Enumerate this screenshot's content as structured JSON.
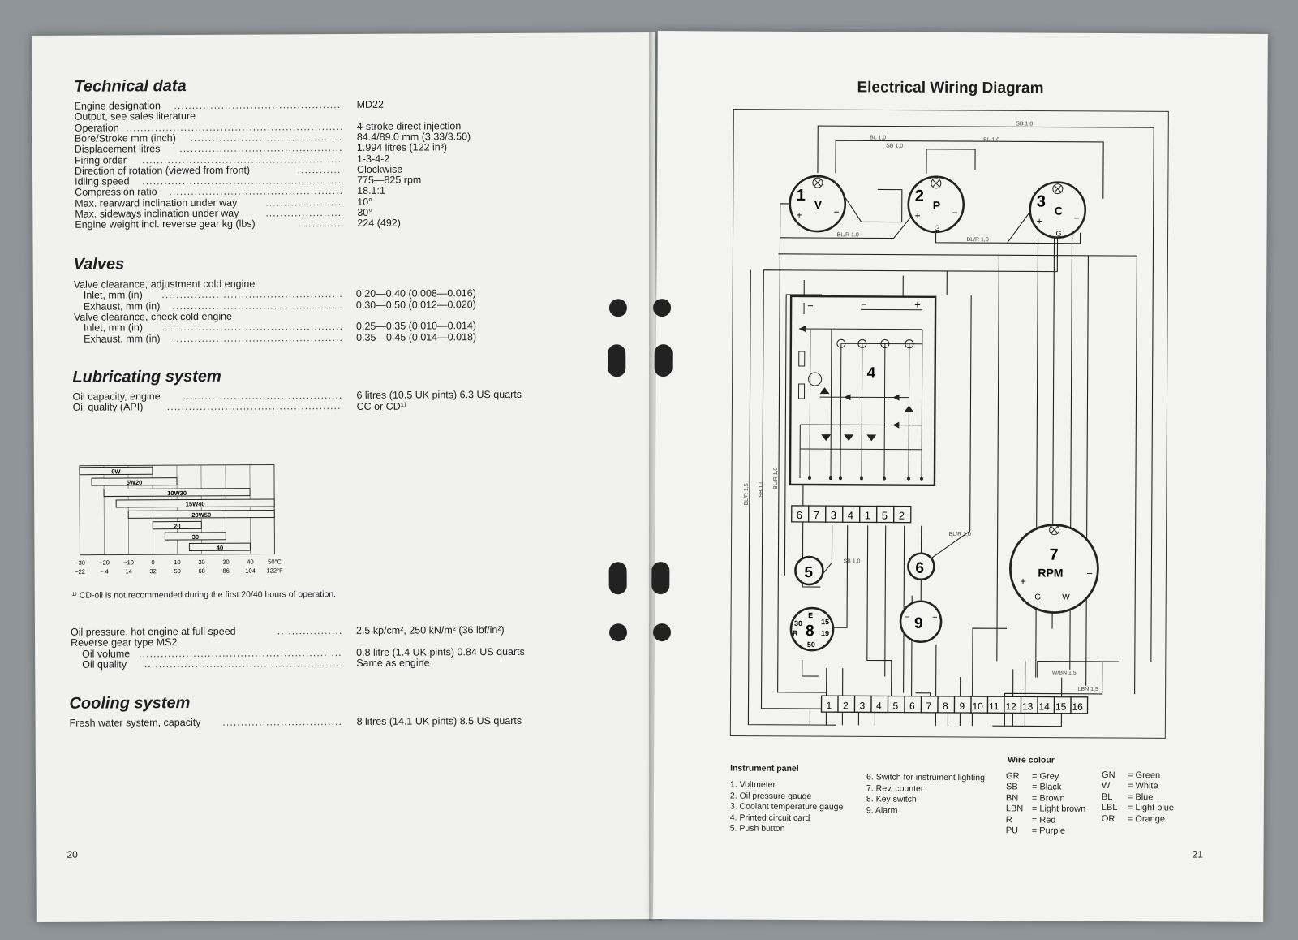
{
  "left_page": {
    "technical_data": {
      "heading": "Technical data",
      "rows": [
        {
          "label": "Engine designation",
          "value": "MD22"
        },
        {
          "label": "Output, see sales literature",
          "value": ""
        },
        {
          "label": "Operation",
          "value": "4-stroke direct injection"
        },
        {
          "label": "Bore/Stroke mm (inch)",
          "value": "84.4/89.0 mm (3.33/3.50)"
        },
        {
          "label": "Displacement litres",
          "value": "1.994 litres (122 in³)"
        },
        {
          "label": "Firing order",
          "value": "1-3-4-2"
        },
        {
          "label": "Direction of rotation (viewed from front)",
          "value": "Clockwise"
        },
        {
          "label": "Idling speed",
          "value": "775—825 rpm"
        },
        {
          "label": "Compression ratio",
          "value": "18.1:1"
        },
        {
          "label": "Max. rearward inclination under way",
          "value": "10°"
        },
        {
          "label": "Max. sideways inclination under way",
          "value": "30°"
        },
        {
          "label": "Engine weight incl. reverse gear kg (lbs)",
          "value": "224 (492)"
        }
      ]
    },
    "valves": {
      "heading": "Valves",
      "rows": [
        {
          "label": "Valve clearance, adjustment cold engine",
          "value": ""
        },
        {
          "label": "Inlet, mm (in)",
          "value": "0.20—0.40 (0.008—0.016)"
        },
        {
          "label": "Exhaust, mm (in)",
          "value": "0.30—0.50 (0.012—0.020)"
        },
        {
          "label": "Valve clearance, check cold engine",
          "value": ""
        },
        {
          "label": "Inlet, mm (in)",
          "value": "0.25—0.35 (0.010—0.014)"
        },
        {
          "label": "Exhaust, mm (in)",
          "value": "0.35—0.45 (0.014—0.018)"
        }
      ]
    },
    "lubricating": {
      "heading": "Lubricating system",
      "rows": [
        {
          "label": "Oil capacity, engine",
          "value": "6 litres (10.5 UK pints) 6.3 US quarts"
        },
        {
          "label": "Oil quality (API)",
          "value": "CC or CD¹⁾"
        }
      ]
    },
    "viscosity_chart": {
      "bars": [
        {
          "grade": "0W",
          "from": -30,
          "to": 0
        },
        {
          "grade": "5W20",
          "from": -25,
          "to": 10
        },
        {
          "grade": "10W30",
          "from": -20,
          "to": 40
        },
        {
          "grade": "15W40",
          "from": -15,
          "to": 50
        },
        {
          "grade": "20W50",
          "from": -10,
          "to": 50
        },
        {
          "grade": "20",
          "from": 0,
          "to": 20
        },
        {
          "grade": "30",
          "from": 5,
          "to": 30
        },
        {
          "grade": "40",
          "from": 15,
          "to": 40
        }
      ],
      "celsius_ticks": [
        "−30",
        "−20",
        "−10",
        "0",
        "10",
        "20",
        "30",
        "40",
        "50°C"
      ],
      "fahrenheit_ticks": [
        "−22",
        "− 4",
        "14",
        "32",
        "50",
        "68",
        "86",
        "104",
        "122°F"
      ]
    },
    "footnote": "¹⁾ CD-oil is not recommended during the first 20/40 hours of operation.",
    "gear_rows": [
      {
        "label": "Oil pressure, hot engine at full speed",
        "value": "2.5 kp/cm², 250 kN/m² (36 lbf/in²)"
      },
      {
        "label": "Reverse gear type MS2",
        "value": ""
      },
      {
        "label": "Oil volume",
        "value": "0.8 litre (1.4 UK pints) 0.84 US quarts"
      },
      {
        "label": "Oil quality",
        "value": "Same as engine"
      }
    ],
    "cooling": {
      "heading": "Cooling system",
      "rows": [
        {
          "label": "Fresh water system, capacity",
          "value": "8 litres (14.1 UK pints) 8.5 US quarts"
        }
      ]
    },
    "page_number": "20"
  },
  "right_page": {
    "title": "Electrical Wiring Diagram",
    "gauges": [
      {
        "number": "1",
        "letter": "V"
      },
      {
        "number": "2",
        "letter": "P"
      },
      {
        "number": "3",
        "letter": "C"
      }
    ],
    "pcb_number": "4",
    "pcb_terminals": [
      "6",
      "7",
      "3",
      "4",
      "1",
      "5",
      "2"
    ],
    "rpm": {
      "number": "7",
      "label": "RPM",
      "g": "G",
      "w": "W"
    },
    "push_button": "5",
    "switch_lighting": "6",
    "alarm": "9",
    "key_switch": {
      "number": "8",
      "terms": [
        "E",
        "30",
        "15",
        "R",
        "19",
        "50"
      ]
    },
    "bottom_terminals": [
      "1",
      "2",
      "3",
      "4",
      "5",
      "6",
      "7",
      "8",
      "9",
      "10",
      "11",
      "12",
      "13",
      "14",
      "15",
      "16"
    ],
    "wire_labels": [
      "SB 1,0",
      "BL 1,0",
      "SB 1,0",
      "BL 1,0",
      "BL/R 1,0",
      "BL/R 1,0",
      "BL/R 1,5",
      "SB 1,0",
      "BL/R 1,0",
      "SB 1,0",
      "BL/R 1,0",
      "W/BN 1,5",
      "LBN 1,5"
    ],
    "instrument_panel": {
      "heading": "Instrument panel",
      "items_left": [
        "1.  Voltmeter",
        "2.  Oil pressure gauge",
        "3.  Coolant temperature gauge",
        "4.  Printed circuit card",
        "5.  Push button"
      ],
      "items_right": [
        "6.  Switch for instrument lighting",
        "7.  Rev. counter",
        "8.  Key switch",
        "9.  Alarm"
      ]
    },
    "wire_colour": {
      "heading": "Wire colour",
      "col1": [
        [
          "GR",
          "= Grey"
        ],
        [
          "SB",
          "= Black"
        ],
        [
          "BN",
          "= Brown"
        ],
        [
          "LBN",
          "= Light brown"
        ],
        [
          "R",
          "= Red"
        ],
        [
          "PU",
          "= Purple"
        ]
      ],
      "col2": [
        [
          "GN",
          "= Green"
        ],
        [
          "W",
          "= White"
        ],
        [
          "BL",
          "= Blue"
        ],
        [
          "LBL",
          "= Light blue"
        ],
        [
          "OR",
          "= Orange"
        ]
      ]
    },
    "page_number": "21"
  }
}
